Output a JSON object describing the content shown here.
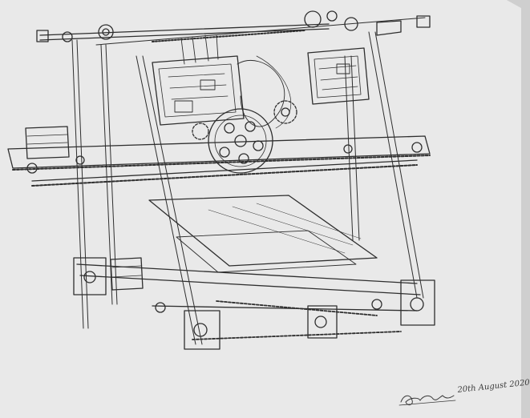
{
  "sheet": {
    "paper_color": "#e9e9e9",
    "edge_color": "#cfcfcf",
    "ink_color": "#2e2e2e"
  },
  "drawing": {
    "subject": "reprap-3d-printer-drawing",
    "signature": "signature",
    "date": "20th August 2020"
  }
}
